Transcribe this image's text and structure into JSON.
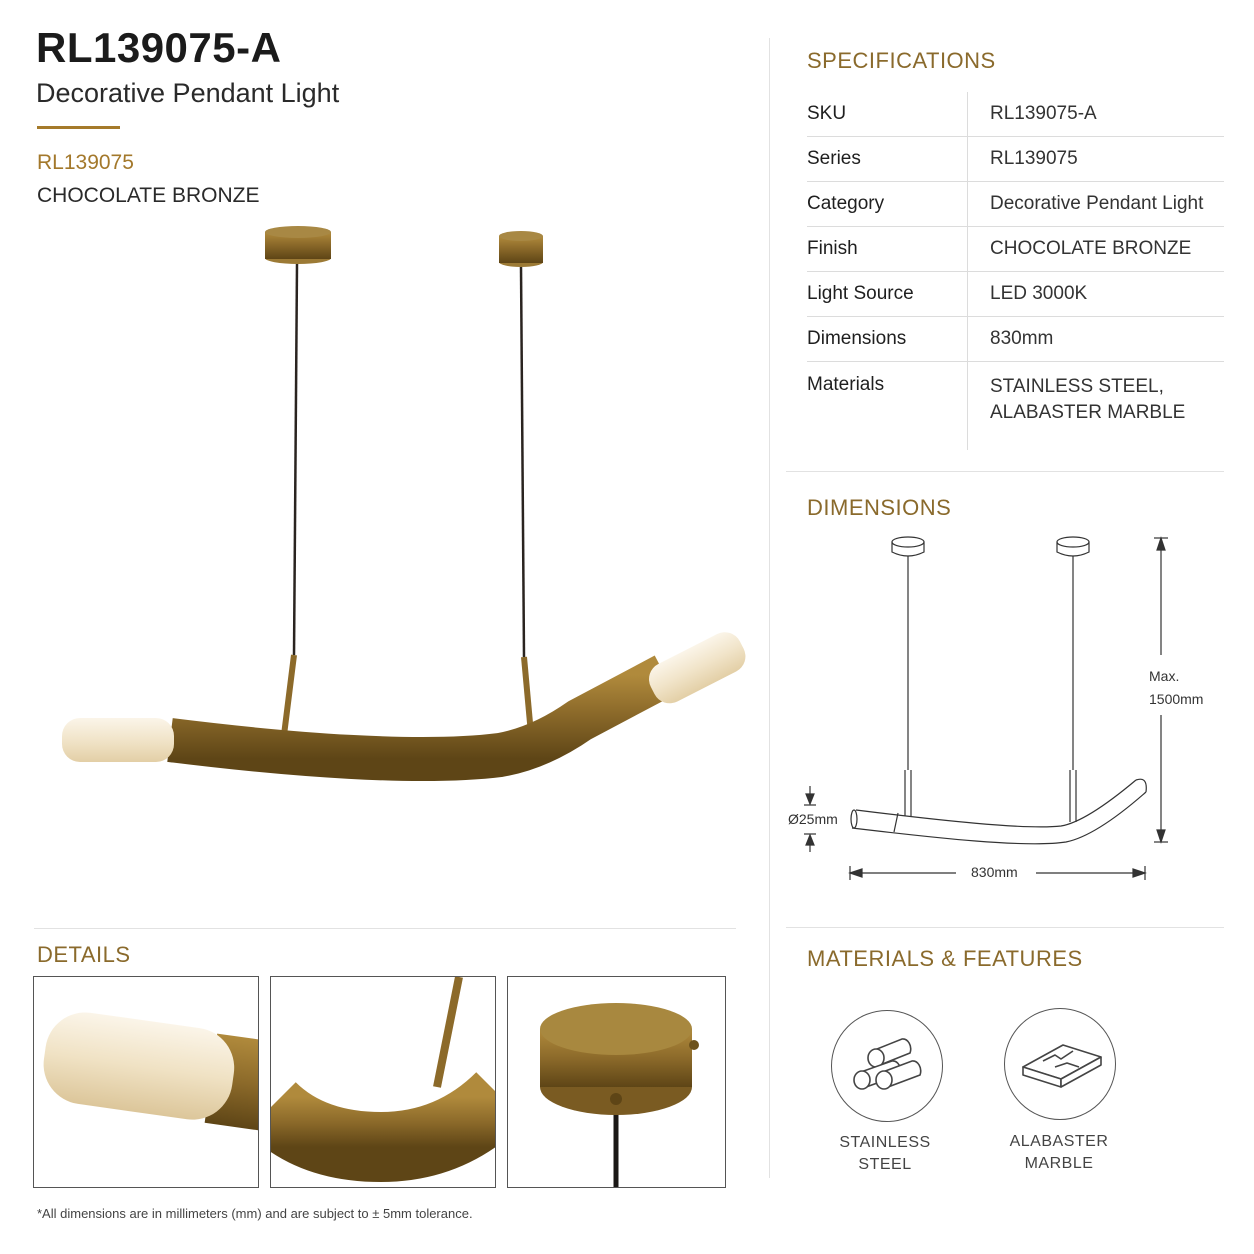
{
  "header": {
    "sku": "RL139075-A",
    "subtitle": "Decorative Pendant Light",
    "series": "RL139075",
    "finish": "CHOCOLATE BRONZE"
  },
  "specifications": {
    "heading": "SPECIFICATIONS",
    "rows": [
      {
        "key": "SKU",
        "value": "RL139075-A"
      },
      {
        "key": "Series",
        "value": "RL139075"
      },
      {
        "key": "Category",
        "value": "Decorative Pendant Light"
      },
      {
        "key": "Finish",
        "value": "CHOCOLATE BRONZE"
      },
      {
        "key": "Light Source",
        "value": "LED 3000K"
      },
      {
        "key": "Dimensions",
        "value": "830mm"
      },
      {
        "key": "Materials",
        "value_lines": [
          "STAINLESS STEEL,",
          "ALABASTER MARBLE"
        ]
      }
    ]
  },
  "dimensions": {
    "heading": "DIMENSIONS",
    "height_label_1": "Max.",
    "height_label_2": "1500mm",
    "diameter_label": "Ø25mm",
    "width_label": "830mm"
  },
  "details": {
    "heading": "DETAILS"
  },
  "materials": {
    "heading": "MATERIALS & FEATURES",
    "items": [
      {
        "line1": "STAINLESS",
        "line2": "STEEL",
        "icon": "steel-tubes-icon"
      },
      {
        "line1": "ALABASTER",
        "line2": "MARBLE",
        "icon": "marble-slab-icon"
      }
    ]
  },
  "footnote": "*All dimensions are in millimeters (mm) and are subject to ± 5mm tolerance.",
  "colors": {
    "accent": "#8a6a2c",
    "bronze": "#8c6a2a",
    "alabaster": "#f3ead8"
  }
}
